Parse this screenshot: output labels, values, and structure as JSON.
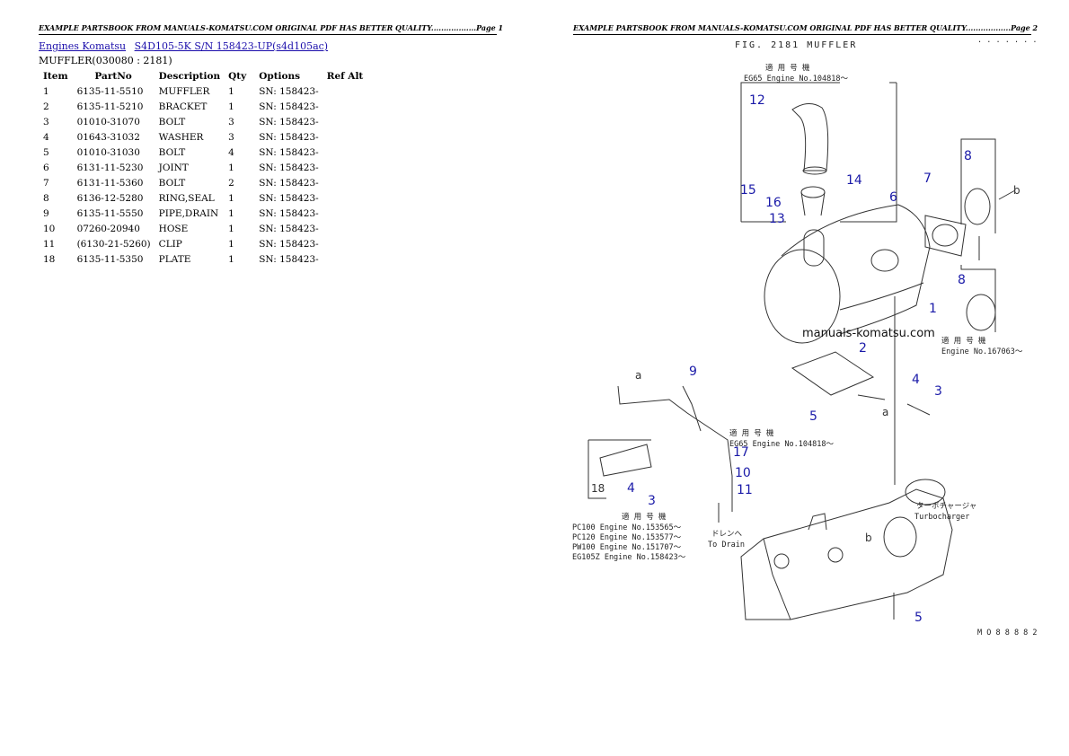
{
  "header": {
    "left_text": "EXAMPLE PARTSBOOK FROM MANUALS-KOMATSU.COM ORIGINAL PDF HAS BETTER QUALITY..................Page 1",
    "right_text": "EXAMPLE PARTSBOOK FROM MANUALS-KOMATSU.COM ORIGINAL PDF HAS BETTER QUALITY..................Page 2"
  },
  "breadcrumb": {
    "link1": "Engines Komatsu",
    "link2": "S4D105-5K S/N 158423-UP(s4d105ac)"
  },
  "subtitle": "MUFFLER(030080 : 2181)",
  "table": {
    "columns": [
      "Item",
      "PartNo",
      "Description",
      "Qty",
      "Options",
      "Ref Alt"
    ],
    "rows": [
      [
        "1",
        "6135-11-5510",
        "MUFFLER",
        "1",
        "SN: 158423-",
        ""
      ],
      [
        "2",
        "6135-11-5210",
        "BRACKET",
        "1",
        "SN: 158423-",
        ""
      ],
      [
        "3",
        "01010-31070",
        "BOLT",
        "3",
        "SN: 158423-",
        ""
      ],
      [
        "4",
        "01643-31032",
        "WASHER",
        "3",
        "SN: 158423-",
        ""
      ],
      [
        "5",
        "01010-31030",
        "BOLT",
        "4",
        "SN: 158423-",
        ""
      ],
      [
        "6",
        "6131-11-5230",
        "JOINT",
        "1",
        "SN: 158423-",
        ""
      ],
      [
        "7",
        "6131-11-5360",
        "BOLT",
        "2",
        "SN: 158423-",
        ""
      ],
      [
        "8",
        "6136-12-5280",
        "RING,SEAL",
        "1",
        "SN: 158423-",
        ""
      ],
      [
        "9",
        "6135-11-5550",
        "PIPE,DRAIN",
        "1",
        "SN: 158423-",
        ""
      ],
      [
        "10",
        "07260-20940",
        "HOSE",
        "1",
        "SN: 158423-",
        ""
      ],
      [
        "11",
        "(6130-21-5260)",
        "CLIP",
        "1",
        "SN: 158423-",
        ""
      ],
      [
        "18",
        "6135-11-5350",
        "PLATE",
        "1",
        "SN: 158423-",
        ""
      ]
    ]
  },
  "diagram": {
    "fig_title": "FIG. 2181  MUFFLER",
    "corner_code": ". . . . . . .",
    "bottom_code": "M O 8 8 8 8 2",
    "watermark": "manuals-komatsu.com",
    "inset_note_jp": "適 用 号 機",
    "inset_note_en": "EG65 Engine No.104818～",
    "right_note_jp": "適 用 号 機",
    "right_note_en": "Engine No.167063～",
    "mid_note_jp": "適 用 号 機",
    "mid_note_en": "EG65 Engine No.104818～",
    "left_note_jp": "適 用 号 機",
    "left_note_lines": [
      "PC100  Engine No.153565～",
      "PC120  Engine No.153577～",
      "PW100  Engine No.151707～",
      "EG105Z Engine No.158423～"
    ],
    "drain_jp": "ドレンへ",
    "drain_en": "To Drain",
    "turbo_jp": "ターボチャージャ",
    "turbo_en": "Turbocharger",
    "callouts": [
      "12",
      "15",
      "16",
      "14",
      "13",
      "7",
      "6",
      "8",
      "b",
      "8",
      "1",
      "2",
      "4",
      "3",
      "5",
      "a",
      "9",
      "a",
      "17",
      "10",
      "11",
      "18",
      "4",
      "3",
      "b",
      "5"
    ]
  }
}
